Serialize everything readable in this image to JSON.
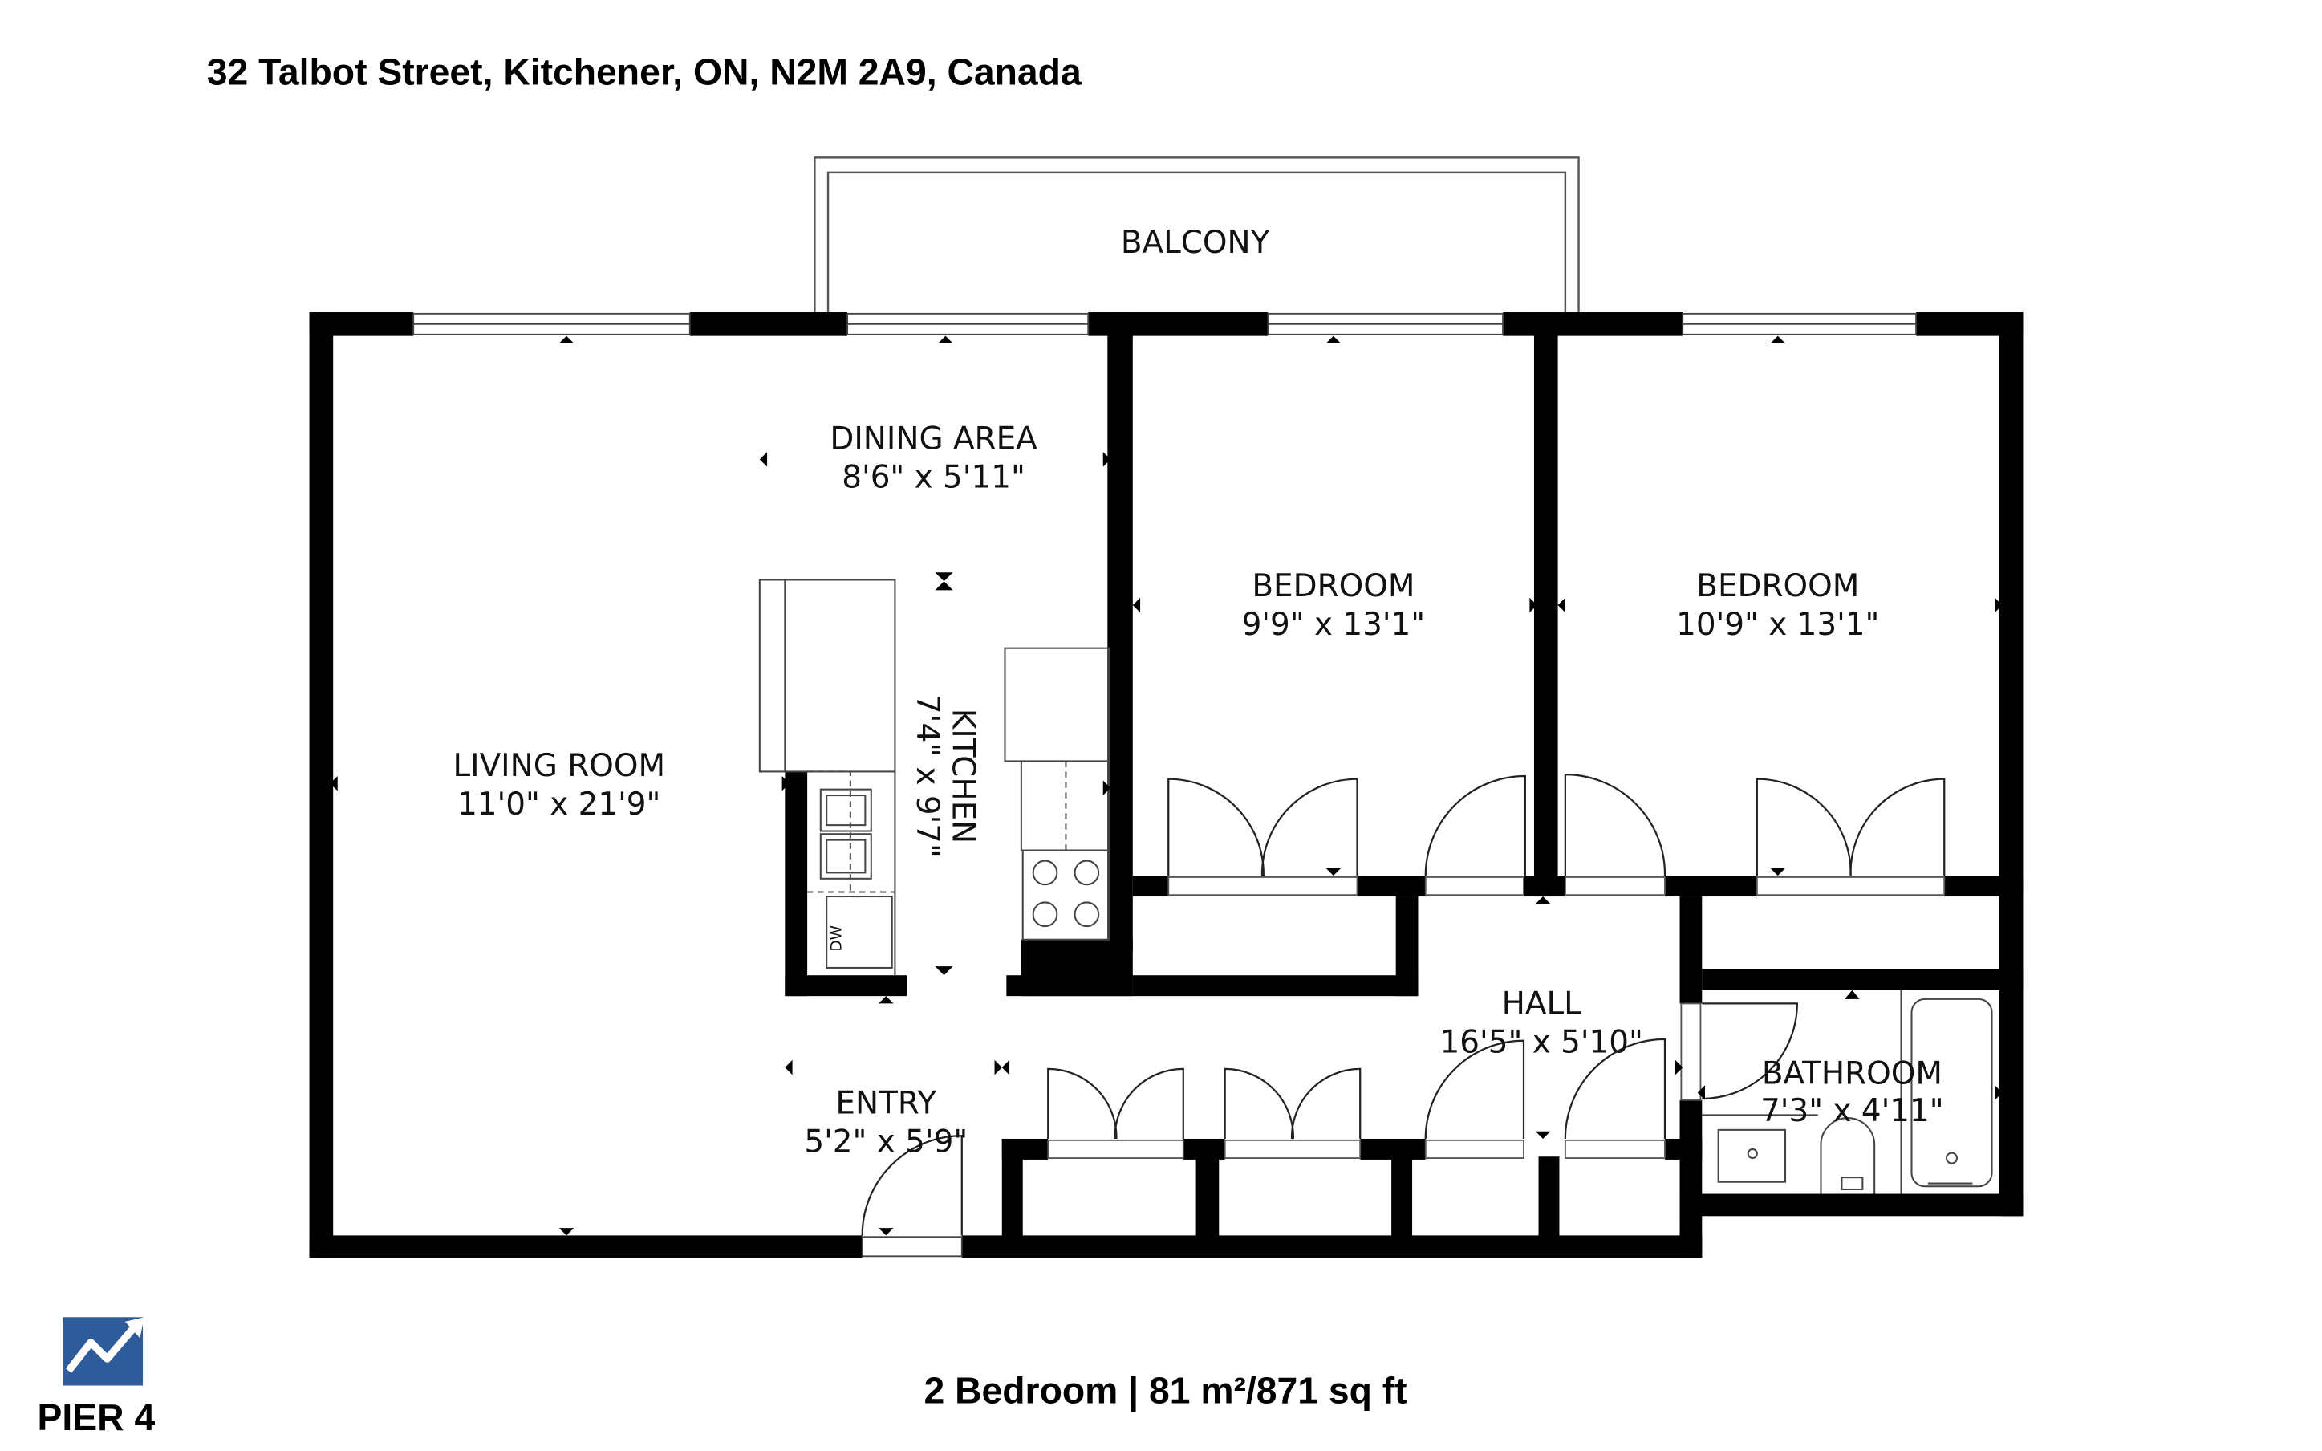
{
  "address": "32 Talbot Street, Kitchener, ON, N2M 2A9, Canada",
  "summary": "2 Bedroom | 81 m²/871 sq ft",
  "logo": {
    "text": "PIER 4",
    "icon": "rising-chart-logo-icon",
    "color": "#2e5b9a"
  },
  "rooms": {
    "balcony": {
      "name": "BALCONY"
    },
    "dining": {
      "name": "DINING AREA",
      "dims": "8'6\" x 5'11\""
    },
    "living": {
      "name": "LIVING ROOM",
      "dims": "11'0\" x 21'9\""
    },
    "kitchen": {
      "name": "KITCHEN",
      "dims": "7'4\" x 9'7\""
    },
    "bedroom1": {
      "name": "BEDROOM",
      "dims": "9'9\" x 13'1\""
    },
    "bedroom2": {
      "name": "BEDROOM",
      "dims": "10'9\" x 13'1\""
    },
    "hall": {
      "name": "HALL",
      "dims": "16'5\" x 5'10\""
    },
    "bathroom": {
      "name": "BATHROOM",
      "dims": "7'3\" x 4'11\""
    },
    "entry": {
      "name": "ENTRY",
      "dims": "5'2\" x 5'9\""
    }
  },
  "fixtures": {
    "dishwasher": "DW"
  }
}
